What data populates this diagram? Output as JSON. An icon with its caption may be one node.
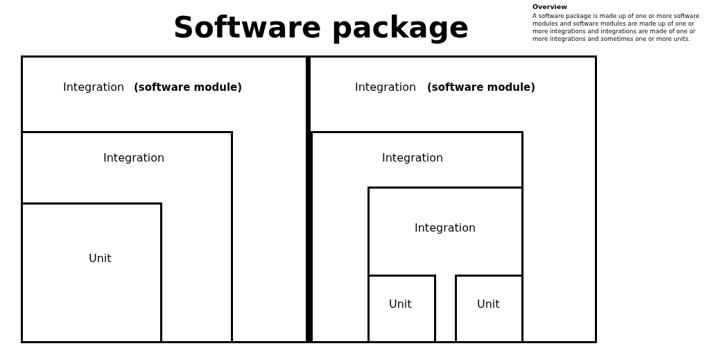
{
  "diagram": {
    "nodes": [
      {
        "text": [
          "Software package"
        ]
      },
      {
        "text": [
          "Integration",
          "(software module)"
        ],
        "in": 0
      },
      {
        "text": [
          "Integration"
        ],
        "in": 1
      },
      {
        "text": [
          "Unit"
        ],
        "in": 2
      },
      {
        "text": [
          "Integration",
          "(software module)"
        ],
        "in": 0
      },
      {
        "text": [
          "Integration"
        ],
        "in": 4
      },
      {
        "text": [
          "Integration"
        ],
        "in": 5
      },
      {
        "text": [
          "Unit"
        ],
        "in": 6
      },
      {
        "text": [
          "Unit"
        ],
        "in": 6
      }
    ],
    "labels": [
      "Overview",
      "A software package is made up of one or more software modules and software modules are made up of one or more integrations and integrations are made of one or more integrations and sometimes one or more units."
    ]
  }
}
